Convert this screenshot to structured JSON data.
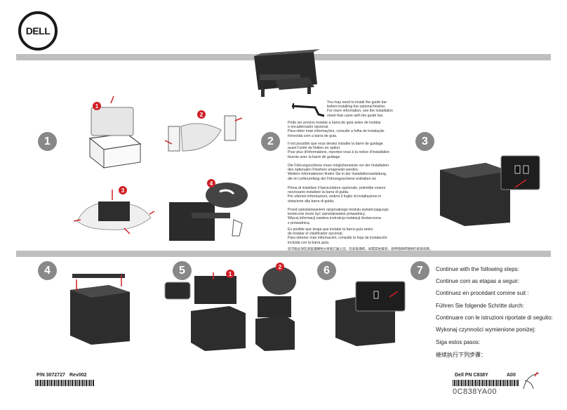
{
  "header": {
    "logo_text": "DELL"
  },
  "steps": [
    "1",
    "2",
    "3",
    "4",
    "5",
    "6",
    "7"
  ],
  "callouts": [
    "1",
    "2",
    "3",
    "4",
    "1",
    "2"
  ],
  "guide_text": [
    "You may need to install the guide bar\nbefore installing the optional finisher.\nFor more information, see the installation\nsheet that came with the guide bar.",
    "Pode ser preciso instalar a barra de guia antes de instalar\no encadernador opcional.\nPara obter mais informações, consulte a folha de instalação\nfornecida com a barra de guia.",
    "Il est possible que vous deviez installer la barre de guidage\navant l'unité de finition en option.\nPour plus d'informations, reportez-vous à la notice d'installation\nfournie avec la barre de guidage.",
    "Die Führungsschiene muss möglicherweise vor der Installation\ndes optionalen Finishers eingesetzt werden.\nWeitere Informationen finden Sie in der Installationsanleitung,\ndie im Lieferumfang der Führungsschiene enthalten ist.",
    "Prima di installare il fascicolatore opzionale, potrebbe essere\nnecessario installare la barra di guida.\nPer ulteriori informazioni, vedere il foglio di installazione in\ndotazione alla barra di guida.",
    "Przed zainstalowaniem opcjonalnego modułu wykańczającego\nkonieczne może być zainstalowanie prowadnicy.\nWięcej informacji zawiera instrukcja instalacji dostarczona\nz prowadnicą.",
    "Es posible que tenga que instalar la barra guía antes\nde instalar el clasificador opcional.\nPara obtener más información, consulte la hoja de instalación\nincluida con la barra guía.",
    "您可能必須在安裝選購性分頁裝訂器之前，先安裝導桿。如需其他資訊，請參閱導桿隨附的安裝指南。"
  ],
  "instructions": [
    "Continue with the following steps:",
    "Continue com as etapas a seguir:",
    "Continuez en procédant comme suit :",
    "Führen Sie folgende Schritte durch:",
    "Continuare con le istruzioni riportate di seguito:",
    "Wykonaj czynności wymienione poniżej:",
    "Siga estos pasos:",
    "继续执行下列步骤："
  ],
  "footer": {
    "pn_left": "P/N 3072727",
    "rev": "Rev002",
    "dell_pn": "Dell PN C838Y",
    "a00": "A00",
    "barcode_text": "0C838YA00"
  }
}
